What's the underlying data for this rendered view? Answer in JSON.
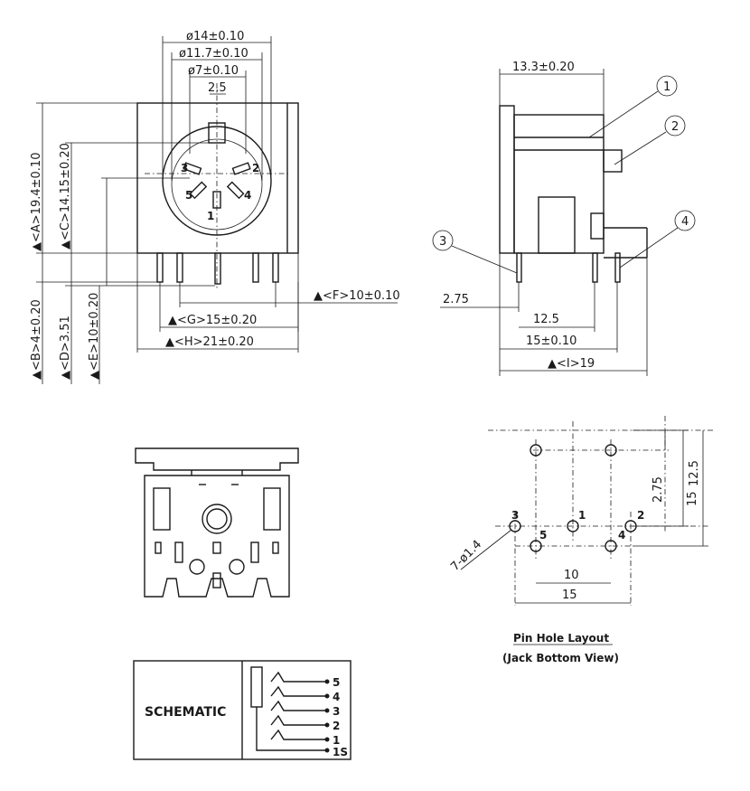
{
  "front_view": {
    "dims": {
      "d14": "ø14±0.10",
      "d117": "ø11.7±0.10",
      "d7": "ø7±0.10",
      "w25": "2.5",
      "A": "▲<A>19.4±0.10",
      "C": "▲<C>14.15±0.20",
      "B": "▲<B>4±0.20",
      "D": "▲<D>3.51",
      "E": "▲<E>10±0.20",
      "F": "▲<F>10±0.10",
      "G": "▲<G>15±0.20",
      "H": "▲<H>21±0.20"
    },
    "pins": [
      "1",
      "2",
      "3",
      "4",
      "5"
    ]
  },
  "side_view": {
    "dims": {
      "w133": "13.3±0.20",
      "d275": "2.75",
      "d125": "12.5",
      "d15": "15±0.10",
      "I": "▲<I>19"
    },
    "callouts": [
      "1",
      "2",
      "3",
      "4"
    ]
  },
  "pin_layout": {
    "pins": [
      "1",
      "2",
      "3",
      "4",
      "5"
    ],
    "dims": {
      "h275": "2.75",
      "h125": "12.5",
      "h15": "15",
      "holes": "7-ø1.4",
      "w10": "10",
      "w15": "15"
    },
    "title": "Pin Hole Layout",
    "subtitle": "(Jack Bottom View)"
  },
  "schematic": {
    "label": "SCHEMATIC",
    "pins": [
      "5",
      "4",
      "3",
      "2",
      "1",
      "1S"
    ]
  }
}
